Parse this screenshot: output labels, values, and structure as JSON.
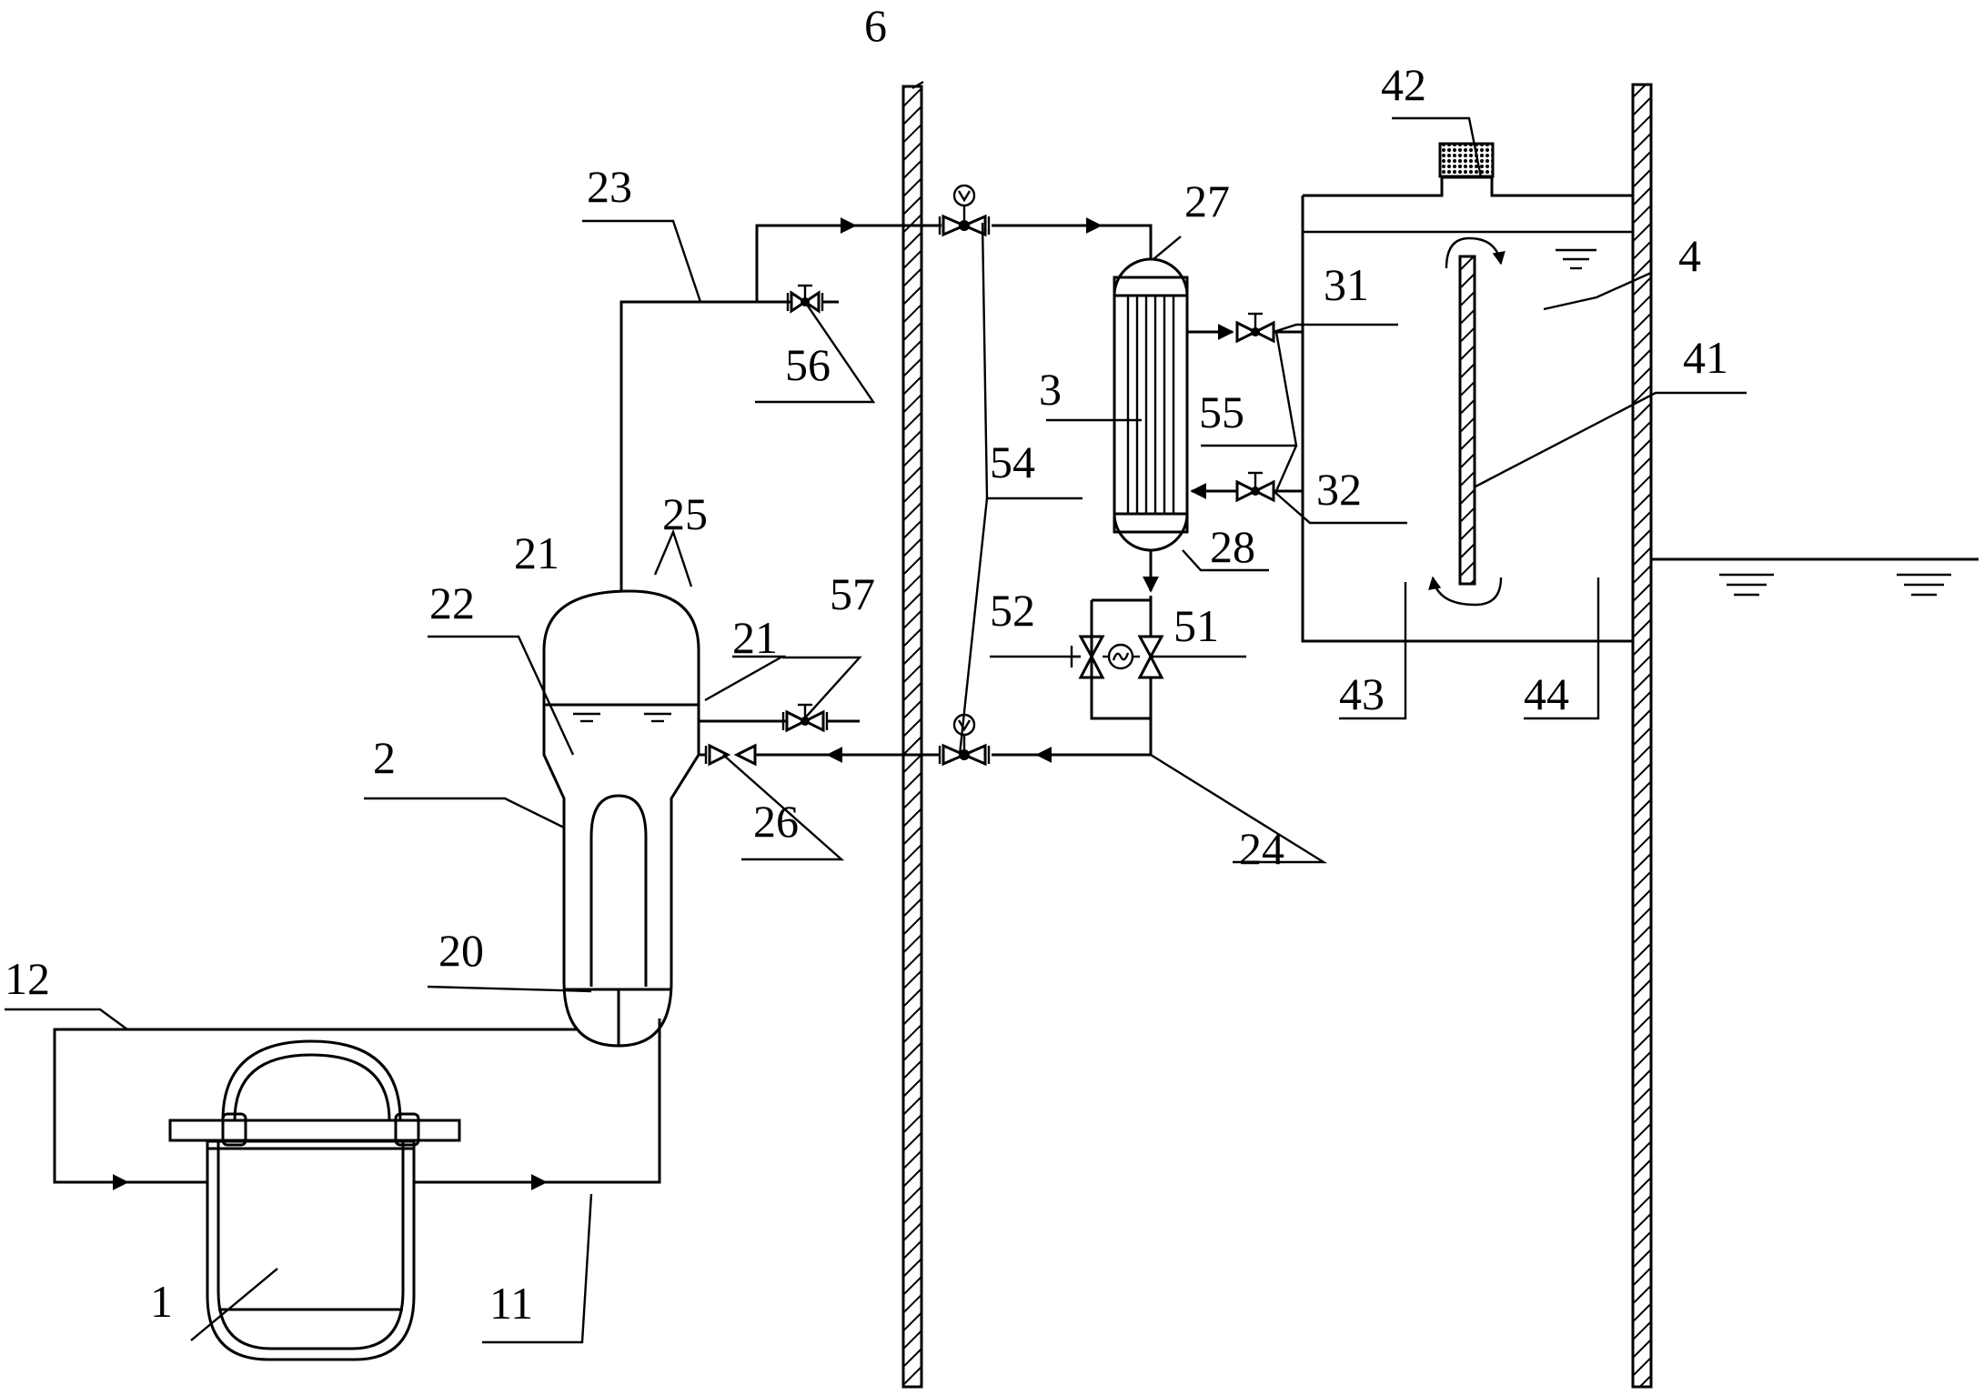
{
  "labels": {
    "l1": "1",
    "l2": "2",
    "l3": "3",
    "l4": "4",
    "l6": "6",
    "l11": "11",
    "l12": "12",
    "l20": "20",
    "l21a": "21",
    "l21b": "21",
    "l22": "22",
    "l23": "23",
    "l24": "24",
    "l25": "25",
    "l26": "26",
    "l27": "27",
    "l28": "28",
    "l31": "31",
    "l32": "32",
    "l41": "41",
    "l42": "42",
    "l43": "43",
    "l44": "44",
    "l51": "51",
    "l52": "52",
    "l54": "54",
    "l55": "55",
    "l56": "56",
    "l57": "57"
  }
}
